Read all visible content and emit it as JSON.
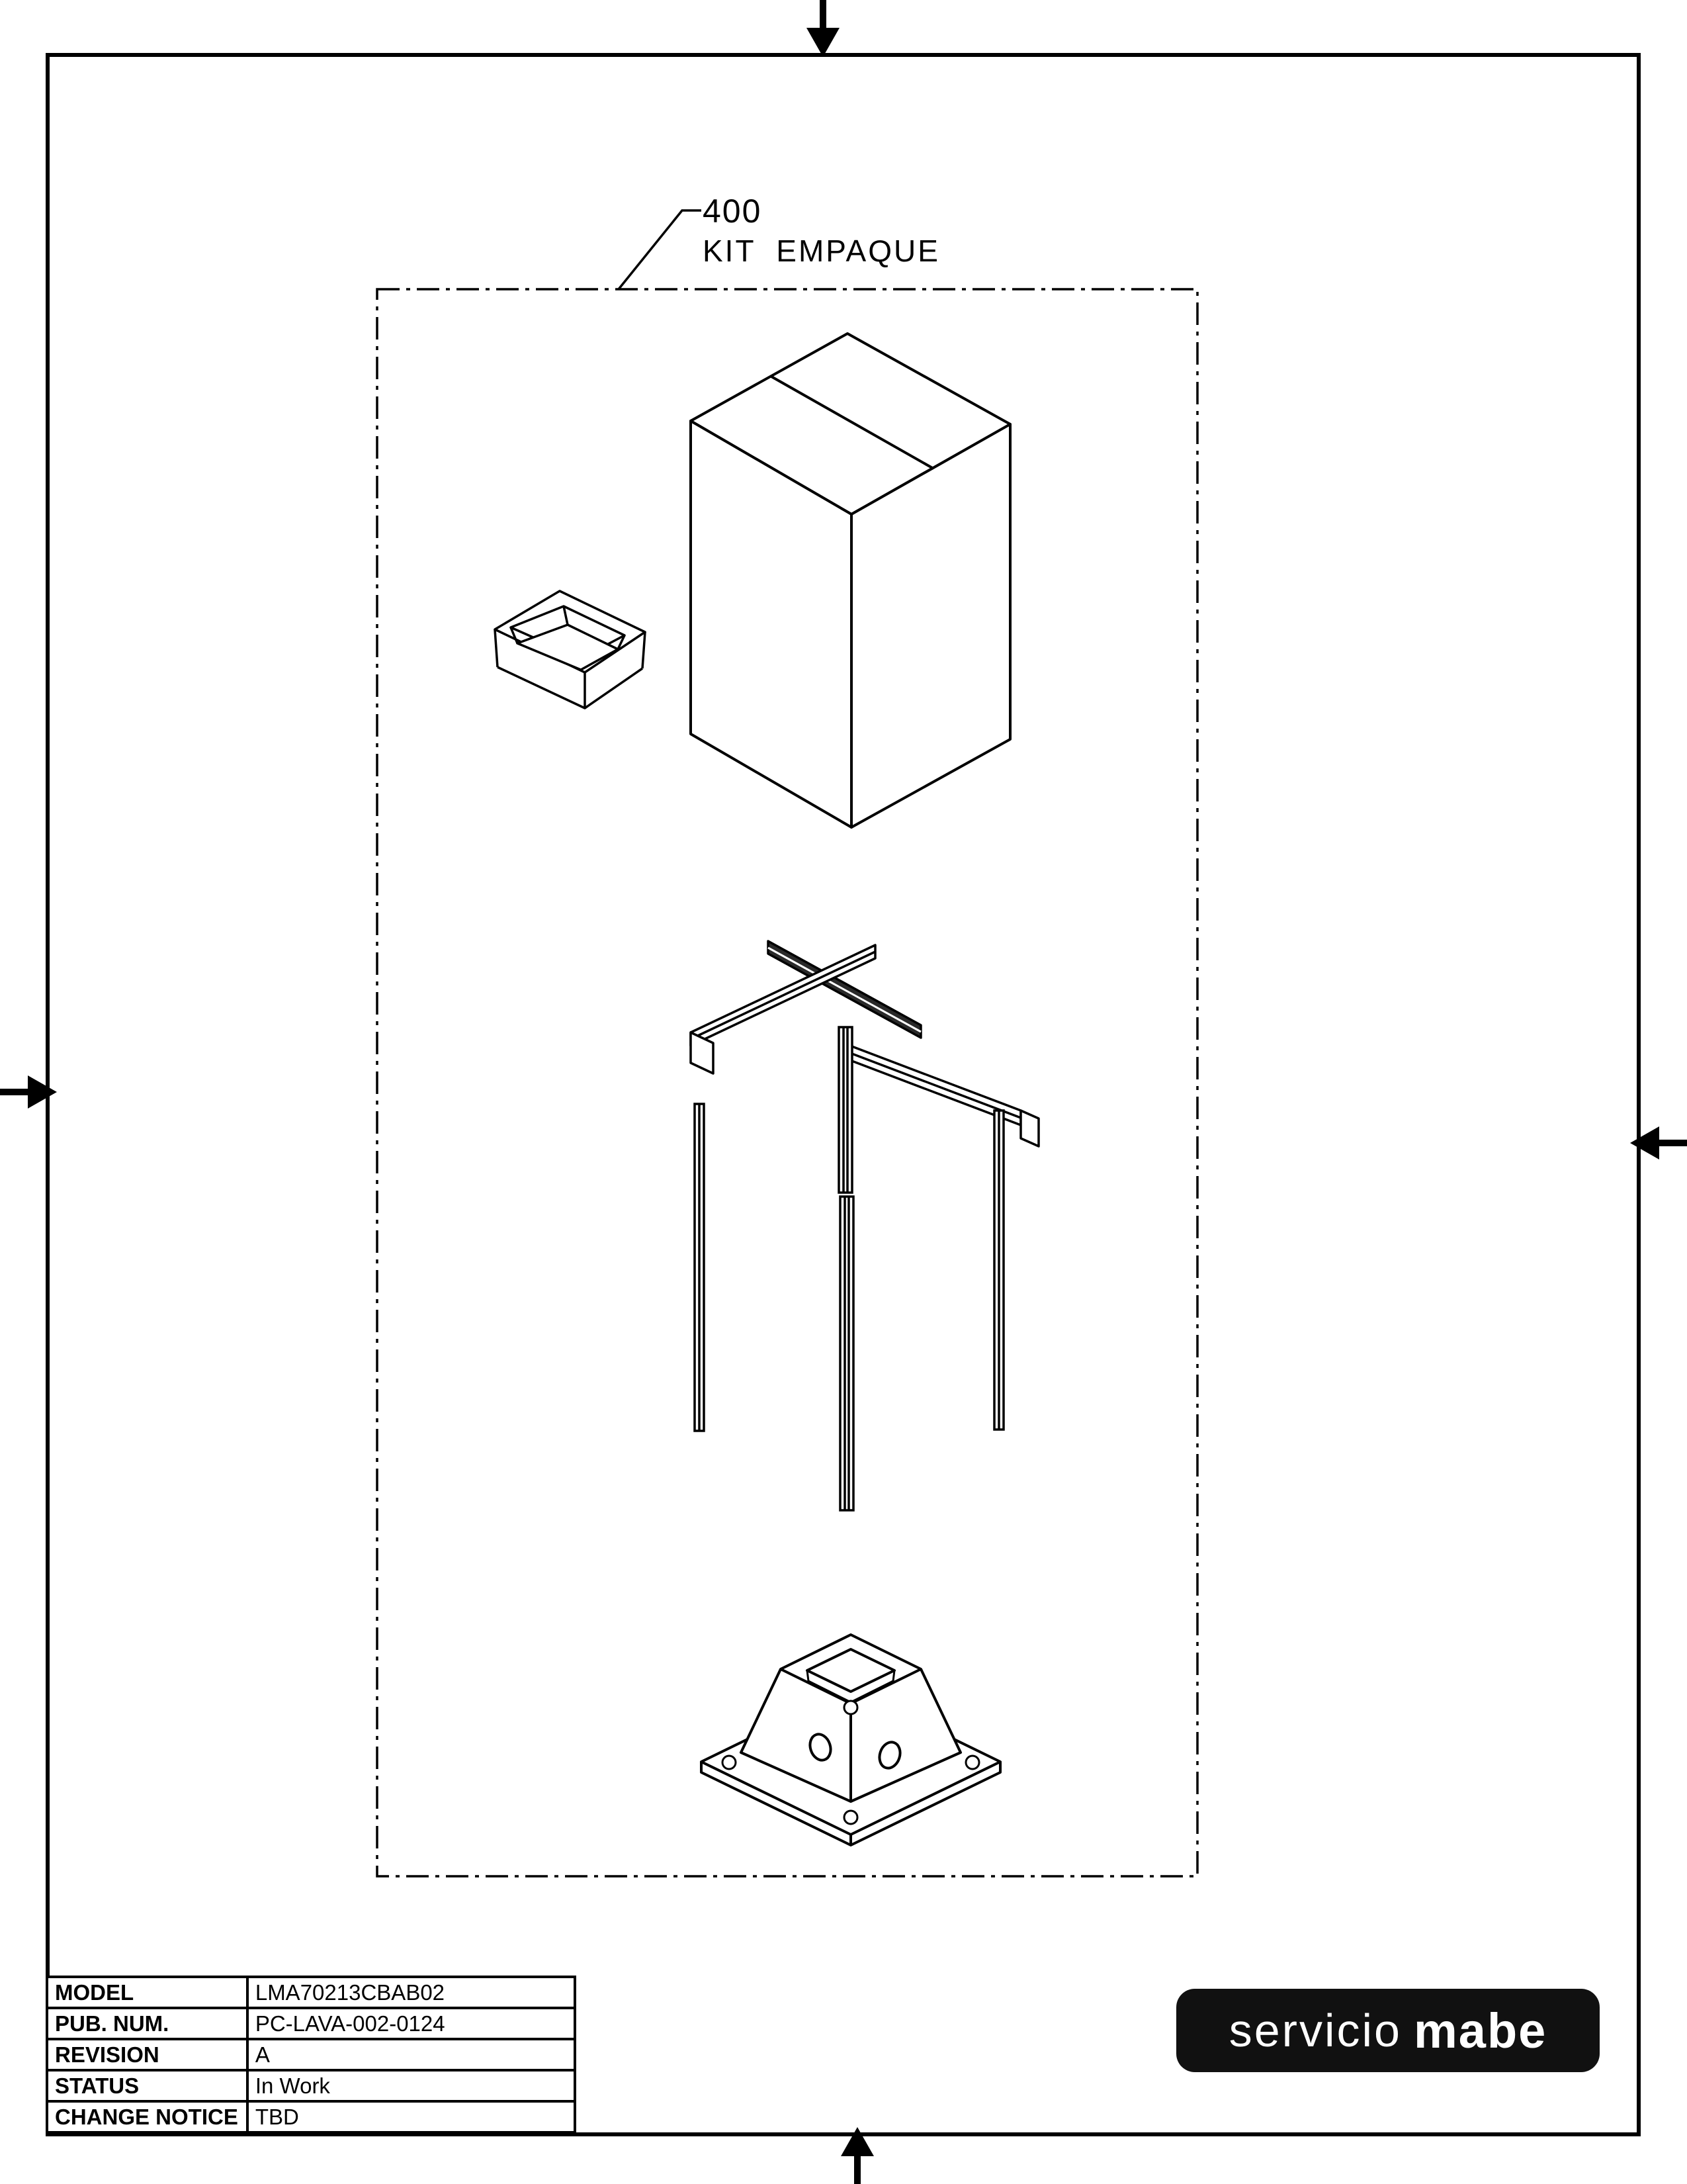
{
  "sheet": {
    "background_color": "#ffffff",
    "line_color": "#000000"
  },
  "callout": {
    "number": "400",
    "label": "KIT  EMPAQUE"
  },
  "diagram": {
    "boundary_style": "dash-dot",
    "parts": [
      "carton-box",
      "foam-tray",
      "top-frame-rails",
      "corner-posts",
      "base-support"
    ]
  },
  "title_block": {
    "rows": [
      {
        "label": "MODEL",
        "value": "LMA70213CBAB02"
      },
      {
        "label": "PUB. NUM.",
        "value": "PC-LAVA-002-0124"
      },
      {
        "label": "REVISION",
        "value": "A"
      },
      {
        "label": "STATUS",
        "value": "In Work"
      },
      {
        "label": "CHANGE NOTICE",
        "value": "TBD"
      }
    ]
  },
  "logo": {
    "word_light": "servicio",
    "word_bold": "mabe",
    "bg_color": "#111111",
    "text_color": "#ffffff"
  }
}
